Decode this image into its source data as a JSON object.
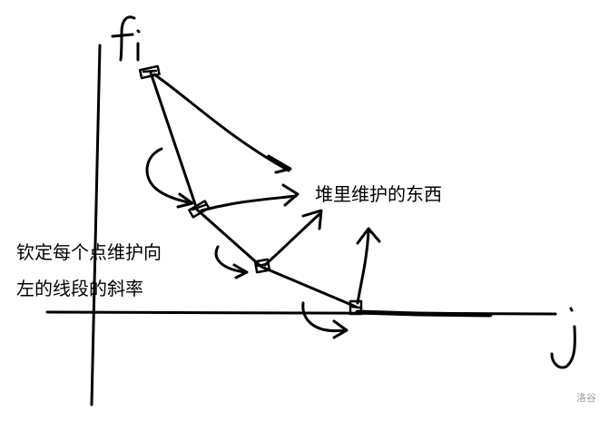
{
  "diagram": {
    "y_axis_label": "fi",
    "x_axis_label": "j",
    "heap_label": "堆里维护的东西",
    "left_label_line1": "钦定每个点维护向",
    "left_label_line2": "左的线段的斜率",
    "watermark": "洛谷"
  }
}
